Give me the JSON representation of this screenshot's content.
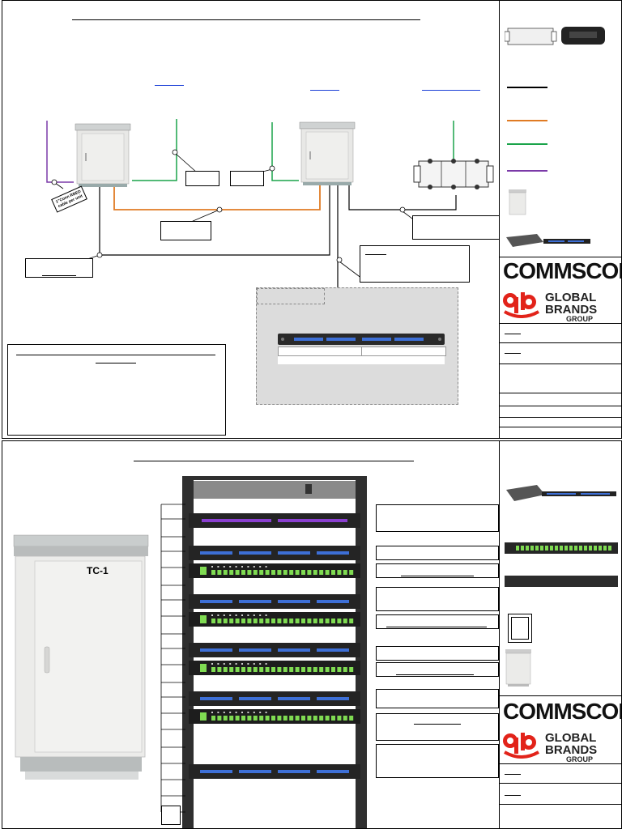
{
  "sheet1": {
    "cabinet_tag_lines": [
      "1\"Conn RBED",
      "cable per unit"
    ]
  },
  "sidebar": {
    "commscope_logo": "COMMSCOPE",
    "gb_logo_lines": [
      "GLOBAL",
      "BRANDS",
      "GROUP"
    ]
  },
  "sheet2": {
    "cabinet_label": "TC-1"
  },
  "colors": {
    "black_cable": "#000000",
    "orange_cable": "#e07b24",
    "green_cable": "#1aa34a",
    "purple_cable": "#7b3aa8",
    "hyperlink_blue": "#1a3fd6",
    "commscope_blue": "#1e88d6",
    "gb_red": "#e2231a"
  }
}
